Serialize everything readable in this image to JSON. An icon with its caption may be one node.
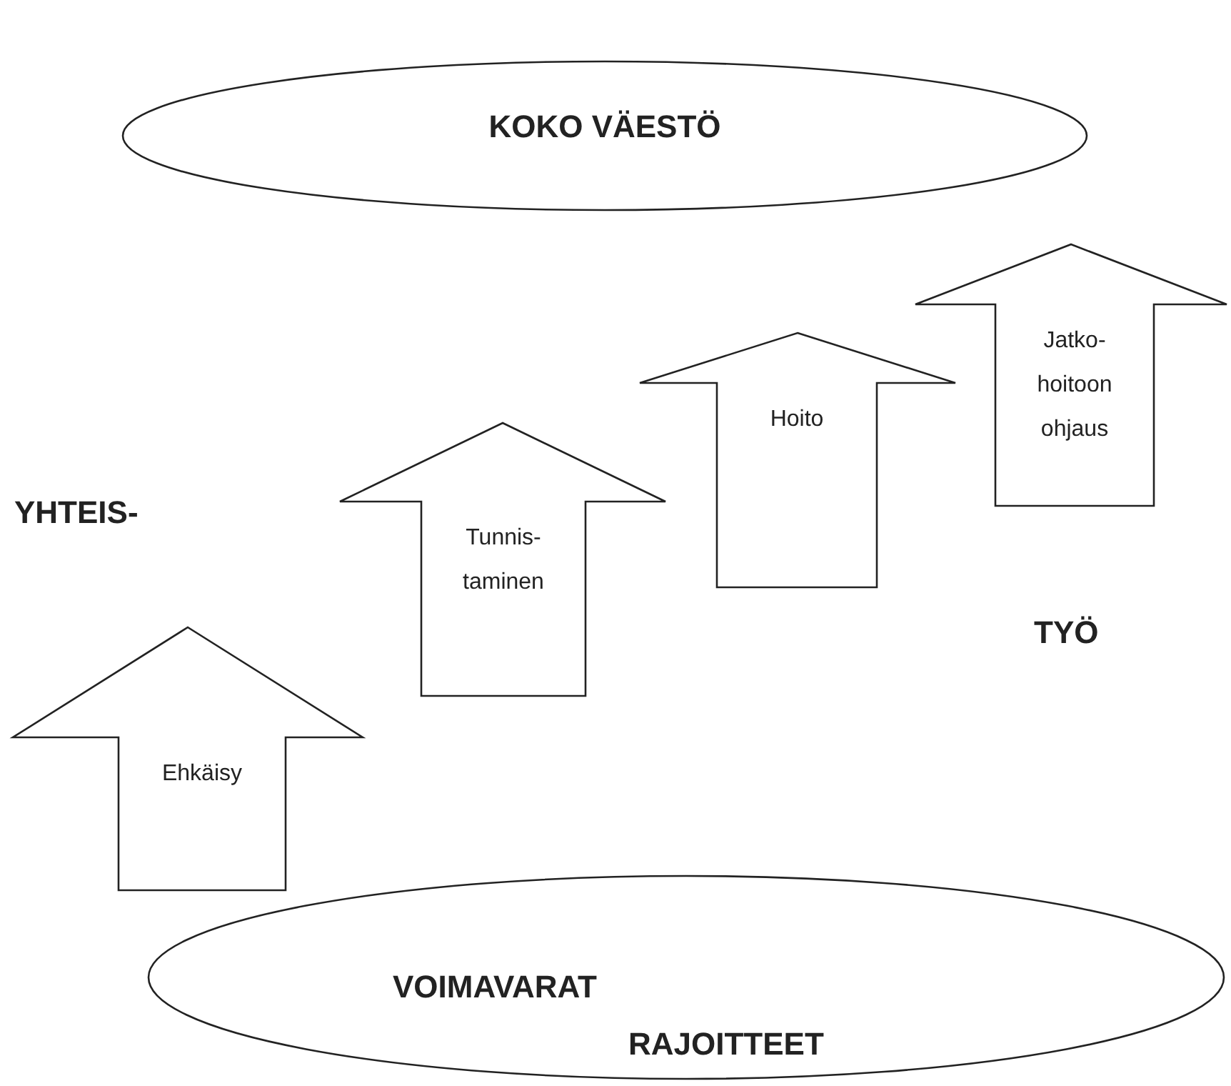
{
  "diagram": {
    "nodes": [
      {
        "text": [
          "KOKO VÄESTÖ"
        ]
      },
      {
        "text": [
          "Jatko- hoitoon ohjaus"
        ]
      },
      {
        "text": [
          "Hoito"
        ]
      },
      {
        "text": [
          "Tunnis- taminen"
        ]
      },
      {
        "text": [
          "Ehkäisy"
        ]
      },
      {
        "text": [
          "VOIMAVARAT",
          "RAJOITTEET"
        ]
      }
    ],
    "labels": [
      "YHTEIS-",
      "TYÖ"
    ]
  }
}
